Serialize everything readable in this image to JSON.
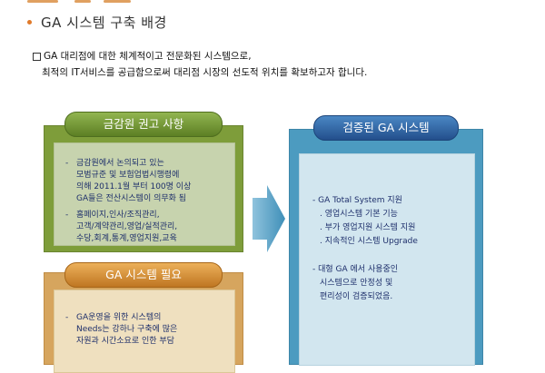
{
  "heading": "GA 시스템 구축 배경",
  "intro": {
    "line1": "GA 대리점에 대한 체계적이고   전문화된 시스템으로,",
    "line2": "최적의 IT서비스를 공급함으로써 대리점 시장의 선도적 위치를  확보하고자 합니다."
  },
  "fss": {
    "title": "금감원 권고 사항",
    "item1": [
      "금감원에서 논의되고 있는",
      "모범규준 및 보험업법시행령에",
      "의해 2011.1월  부터 100명  이상",
      "GA들은 전산시스템이 의무화 됨"
    ],
    "item2": [
      "홈페이지,인사/조직관리,",
      "고객/계약관리,영업/실적관리,",
      "수당,회계,통계,영업지원,교육"
    ]
  },
  "need": {
    "title": "GA 시스템 필요",
    "item1": [
      "GA운영을 위한 시스템의",
      "Needs는 강하나 구축에 많은",
      "자원과 시간소요로 인한 부담"
    ]
  },
  "verified": {
    "title": "검증된 GA 시스템",
    "total": "- GA Total System 지원",
    "sub1": ". 영업시스템 기본 기능",
    "sub2": ". 부가 영업지원 시스템 지원",
    "sub3": ". 지속적인 시스템 Upgrade",
    "proof1": "- 대형 GA 에서 사용중인",
    "proof2": "시스템으로 안정성 및",
    "proof3": "편리성이 검증되었음."
  },
  "colors": {
    "green": "#7e9d3a",
    "orange": "#d6a55e",
    "blue": "#4c9bc0",
    "text_blue": "#1e2f6b"
  }
}
